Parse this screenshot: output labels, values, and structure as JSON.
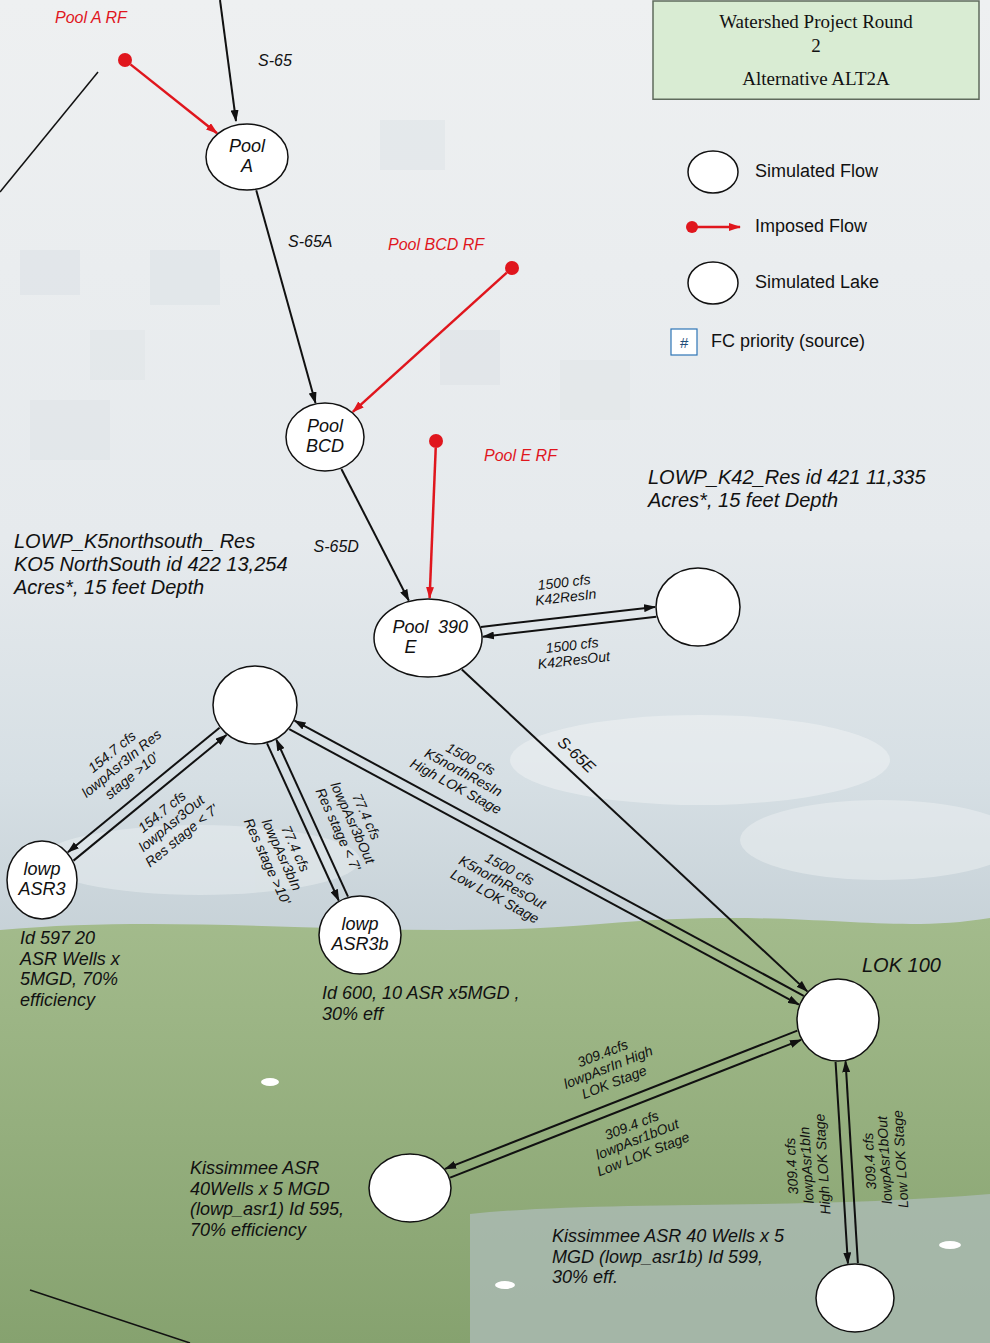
{
  "diagram": {
    "nodes": [
      {
        "text": [
          "Watershed Project Round 2",
          "Alternative ALT2A"
        ]
      },
      {
        "text": [
          "Pool A RF"
        ]
      },
      {
        "text": [
          "Pool A"
        ]
      },
      {
        "text": [
          "Pool BCD RF"
        ]
      },
      {
        "text": [
          "Pool BCD"
        ]
      },
      {
        "text": [
          "Pool E RF"
        ]
      },
      {
        "text": [
          "LOWP_K42_Res id 421 11,335 Acres*, 15 feet Depth"
        ]
      },
      {
        "text": [
          "LOWP_K5northsouth_ Res KO5 NorthSouth id 422 13,254 Acres*, 15 feet Depth"
        ]
      },
      {
        "text": [
          "Pool E",
          "390"
        ]
      },
      {
        "text": [
          "lowp ASR3",
          "Id 597 20 ASR Wells x 5MGD, 70% efficiency"
        ]
      },
      {
        "text": [
          "lowp ASR3b",
          "Id 600, 10 ASR x5MGD , 30% eff"
        ]
      },
      {
        "text": [
          "LOK 100"
        ]
      },
      {
        "text": [
          "Kissimmee ASR 40Wells x 5 MGD (lowp_asr1) Id 595, 70% efficiency"
        ]
      },
      {
        "text": [
          "Kissimmee ASR 40 Wells x 5 MGD (lowp_asr1b) Id 599, 30% eff."
        ]
      }
    ],
    "edges": [
      {
        "from": 1,
        "to": 2,
        "arrow": "to"
      },
      {
        "from": 2,
        "to": 4,
        "arrow": "to",
        "label": "S-65A"
      },
      {
        "from": 3,
        "to": 4,
        "arrow": "to"
      },
      {
        "from": 4,
        "to": 8,
        "arrow": "to",
        "label": "S-65D"
      },
      {
        "from": 5,
        "to": 8,
        "arrow": "to"
      },
      {
        "from": 8,
        "to": 6,
        "arrow": "to",
        "label": "1500 cfs K42ResIn"
      },
      {
        "from": 6,
        "to": 8,
        "arrow": "to",
        "label": "1500 cfs K42ResOut"
      },
      {
        "from": 8,
        "to": 11,
        "arrow": "to",
        "label": "S-65E"
      },
      {
        "from": 11,
        "to": 7,
        "arrow": "to",
        "label": "1500 cfs K5northResIn High LOK Stage"
      },
      {
        "from": 7,
        "to": 11,
        "arrow": "to",
        "label": "1500 cfs K5northResOut Low LOK Stage"
      },
      {
        "from": 7,
        "to": 9,
        "arrow": "to",
        "label": "154.7 cfs lowpAsr3In Res stage >10'"
      },
      {
        "from": 9,
        "to": 7,
        "arrow": "to",
        "label": "154.7 cfs lowpAsr3Out Res stage < 7'"
      },
      {
        "from": 7,
        "to": 10,
        "arrow": "to",
        "label": "77.4 cfs lowpAsr3bIn Res stage >10'"
      },
      {
        "from": 10,
        "to": 7,
        "arrow": "to",
        "label": "77.4 cfs lowpAsr3bOut Res stage < 7'"
      },
      {
        "from": 11,
        "to": 12,
        "arrow": "to",
        "label": "309.4cfs lowpAsrIn High LOK Stage"
      },
      {
        "from": 12,
        "to": 11,
        "arrow": "to",
        "label": "309.4 cfs lowpAsr1bOut Low LOK Stage"
      },
      {
        "from": 11,
        "to": 13,
        "arrow": "to",
        "label": "309.4 cfs lowpAsr1bIn High LOK Stage"
      },
      {
        "from": 13,
        "to": 11,
        "arrow": "to",
        "label": "309.4 cfs lowpAsr1bOut Low LOK Stage"
      }
    ],
    "labels": [
      "S-65",
      "#"
    ],
    "legend": [
      {
        "text": "Simulated Flow"
      },
      {
        "text": "Imposed Flow"
      },
      {
        "text": "Simulated Lake"
      },
      {
        "text": "FC priority (source)"
      }
    ]
  }
}
